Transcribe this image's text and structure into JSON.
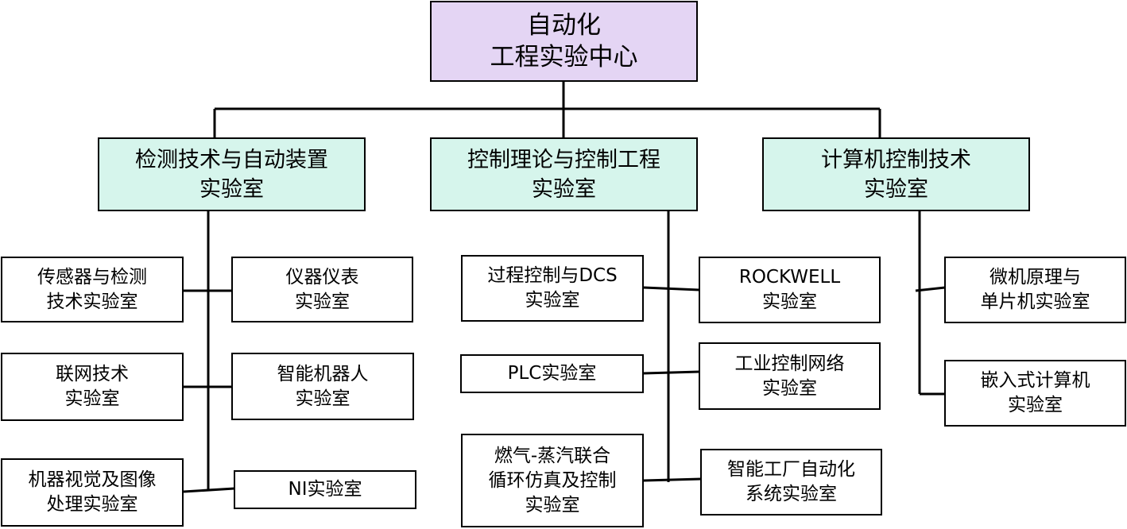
{
  "root": {
    "lines": [
      "自动化",
      "工程实验中心"
    ]
  },
  "departments": [
    {
      "lines": [
        "检测技术与自动装置",
        "实验室"
      ],
      "labs": [
        {
          "lines": [
            "传感器与检测",
            "技术实验室"
          ]
        },
        {
          "lines": [
            "仪器仪表",
            "实验室"
          ]
        },
        {
          "lines": [
            "联网技术",
            "实验室"
          ]
        },
        {
          "lines": [
            "智能机器人",
            "实验室"
          ]
        },
        {
          "lines": [
            "机器视觉及图像",
            "处理实验室"
          ]
        },
        {
          "lines": [
            "NI实验室"
          ]
        }
      ]
    },
    {
      "lines": [
        "控制理论与控制工程",
        "实验室"
      ],
      "labs": [
        {
          "lines": [
            "过程控制与DCS",
            "实验室"
          ]
        },
        {
          "lines": [
            "ROCKWELL",
            "实验室"
          ]
        },
        {
          "lines": [
            "PLC实验室"
          ]
        },
        {
          "lines": [
            "工业控制网络",
            "实验室"
          ]
        },
        {
          "lines": [
            "燃气-蒸汽联合",
            "循环仿真及控制",
            "实验室"
          ]
        },
        {
          "lines": [
            "智能工厂自动化",
            "系统实验室"
          ]
        }
      ]
    },
    {
      "lines": [
        "计算机控制技术",
        "实验室"
      ],
      "labs": [
        {
          "lines": [
            "微机原理与",
            "单片机实验室"
          ]
        },
        {
          "lines": [
            "嵌入式计算机",
            "实验室"
          ]
        }
      ]
    }
  ]
}
